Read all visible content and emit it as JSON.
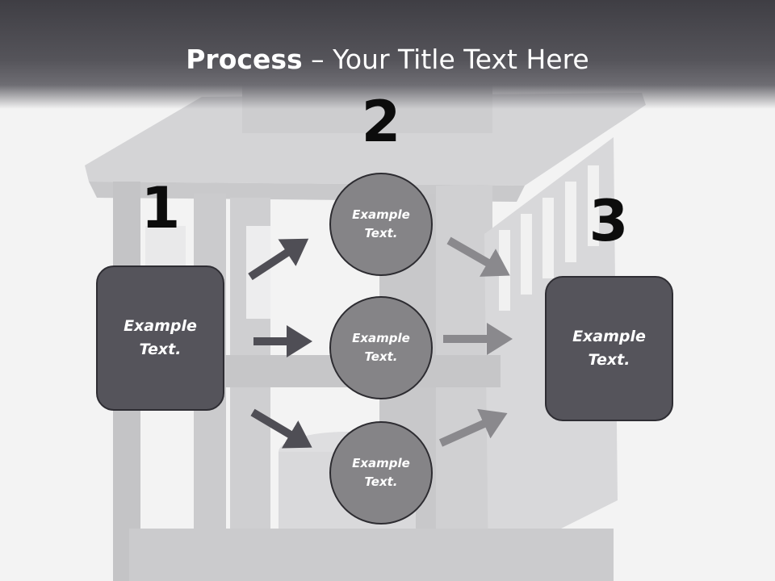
{
  "title": {
    "bold": "Process",
    "rest": " – Your Title Text Here"
  },
  "steps": [
    {
      "number": "1",
      "text": "Example Text."
    },
    {
      "number": "2",
      "text": ""
    },
    {
      "number": "3",
      "text": "Example Text."
    }
  ],
  "circles": [
    {
      "text": "Example Text."
    },
    {
      "text": "Example Text."
    },
    {
      "text": "Example Text."
    }
  ],
  "colors": {
    "box_fill": "#55545b",
    "circle_fill": "#858487",
    "dark_arrow": "#4f4e55",
    "light_arrow": "#8a898d",
    "title_bar": "#4a4950"
  }
}
